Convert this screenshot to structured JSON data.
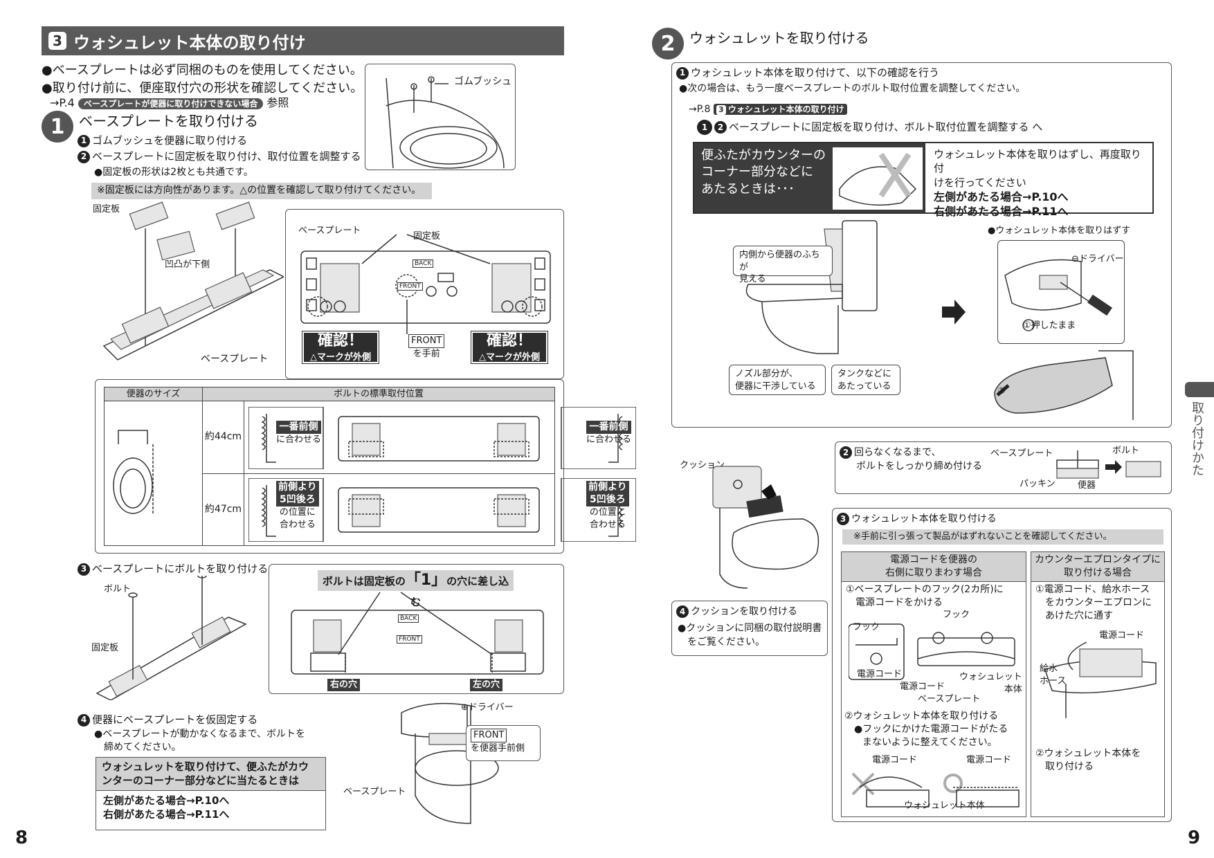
{
  "page_left": {
    "section_number": "3",
    "section_title": "ウォシュレット本体の取り付け",
    "bullet1": "●ベースプレートは必ず同梱のものを使用してください。",
    "bullet2": "●取り付け前に、便座取付穴の形状を確認してください。",
    "ref_prefix": "→P.4",
    "ref_tag": "ベースプレートが便器に取り付けできない場合",
    "ref_suffix": "参照",
    "step1_number": "1",
    "step1_title": "ベースプレートを取り付ける",
    "step1_sub1": "ゴムブッシュを便器に取り付ける",
    "step1_sub2": "ベースプレートに固定板を取り付け、取付位置を調整する",
    "step1_note": "●固定板の形状は2枚とも共通です。",
    "step1_caution": "※固定板には方向性があります。△の位置を確認して取り付けてください。",
    "label_gom_bush": "ゴムブッシュ",
    "label_koteiban": "固定板",
    "label_oototsu": "凹凸が下側",
    "label_baseplate": "ベースプレート",
    "label_baseplate2": "ベースプレート",
    "label_koteiban2": "固定板",
    "plate_back": "BACK",
    "plate_front": "FRONT",
    "confirm_title": "確認！",
    "confirm_sub": "△マークが外側",
    "front_label": "FRONT",
    "front_sub": "を手前",
    "table_head_size": "便器のサイズ",
    "table_head_bolt": "ボルトの標準取付位置",
    "row1_size": "約44cm",
    "row1_left_bold": "一番前側",
    "row1_left_sub": "に合わせる",
    "row2_size": "約47cm",
    "row2_left_bold1": "前側より",
    "row2_left_bold2": "5凹後ろ",
    "row2_left_sub1": "の位置に",
    "row2_left_sub2": "合わせる",
    "step3_text": "ベースプレートにボルトを取り付ける",
    "label_bolt": "ボルト",
    "label_koteiban3": "固定板",
    "bolt_banner_pre": "ボルトは固定板の",
    "bolt_banner_num": "「1」",
    "bolt_banner_post": "の穴に差し込む",
    "right_hole": "右の穴",
    "left_hole": "左の穴",
    "step4_text": "便器にベースプレートを仮固定する",
    "step4_note1": "●ベースプレートが動かなくなるまで、ボルトを",
    "step4_note2": "締めてください。",
    "label_driver_plus": "⊕ドライバー",
    "front_label2": "FRONT",
    "front_sub2": "を便器手前側",
    "label_baseplate3": "ベースプレート",
    "warn_head1": "ウォシュレットを取り付けて、便ふたがカウ",
    "warn_head2": "ンターのコーナー部分などに当たるときは",
    "warn_left": "左側があたる場合→P.10へ",
    "warn_right": "右側があたる場合→P.11へ",
    "page_number": "8"
  },
  "page_right": {
    "step2_number": "2",
    "step2_title": "ウォシュレットを取り付ける",
    "check_title": "ウォシュレット本体を取り付けて、以下の確認を行う",
    "check_note": "●次の場合は、もう一度ベースプレートのボルト取付位置を調整してください。",
    "ref_prefix": "→P.8",
    "ref_tag_num": "3",
    "ref_tag": "ウォシュレット本体の取り付け",
    "ref_line2": "ベースプレートに固定板を取り付け、ボルト取付位置を調整する へ",
    "dark_text1": "便ふたがカウンターの",
    "dark_text2": "コーナー部分などに",
    "dark_text3": "あたるときは･･･",
    "redo_text1": "ウォシュレット本体を取りはずし、再度取り付",
    "redo_text2": "けを行ってください",
    "redo_left": "左側があたる場合→P.10へ",
    "redo_right": "右側があたる場合→P.11へ",
    "remove_note": "●ウォシュレット本体を取りはずす",
    "bubble_inner1": "内側から便器のふちが",
    "bubble_inner2": "見える",
    "bubble_nozzle1": "ノズル部分が、",
    "bubble_nozzle2": "便器に干渉している",
    "bubble_tank1": "タンクなどに",
    "bubble_tank2": "あたっている",
    "label_minus_driver": "⊖ドライバー",
    "label_press": "①押したまま",
    "label_two": "②",
    "label_cushion": "クッション",
    "step_b_title1": "回らなくなるまで、",
    "step_b_title2": "ボルトをしっかり締め付ける",
    "label_baseplate": "ベースプレート",
    "label_bolt": "ボルト",
    "label_packing": "パッキン",
    "label_benki": "便器",
    "step_c_title": "ウォシュレット本体を取り付ける",
    "step_c_caution": "※手前に引っ張って製品がはずれないことを確認してください。",
    "col1_head1": "電源コードを便器の",
    "col1_head2": "右側に取りまわす場合",
    "col2_head1": "カウンターエプロンタイプに",
    "col2_head2": "取り付ける場合",
    "col1_s1a": "①ベースプレートのフック(2カ所)に",
    "col1_s1b": "電源コードをかける",
    "label_hook": "フック",
    "label_hook2": "フック",
    "label_power": "電源コード",
    "label_power2": "電源コード",
    "label_washlet_body1": "ウォシュレット",
    "label_washlet_body2": "本体",
    "label_baseplate2": "ベースプレート",
    "col1_s2": "②ウォシュレット本体を取り付ける",
    "col1_s2n1": "●フックにかけた電源コードがたる",
    "col1_s2n2": "まないように整えてください。",
    "label_power3": "電源コード",
    "label_power4": "電源コード",
    "label_washlet_body3": "ウォシュレット本体",
    "col2_s1a": "①電源コード、給水ホース",
    "col2_s1b": "をカウンターエプロンに",
    "col2_s1c": "あけた穴に通す",
    "label_power5": "電源コード",
    "label_supply1": "給水",
    "label_supply2": "ホース",
    "col2_s2a": "②ウォシュレット本体を",
    "col2_s2b": "取り付ける",
    "step_d_title": "クッションを取り付ける",
    "step_d_note1": "●クッションに同梱の取付説明書",
    "step_d_note2": "をご覧ください。",
    "side_tab": "取り付けかた",
    "page_number": "9"
  }
}
